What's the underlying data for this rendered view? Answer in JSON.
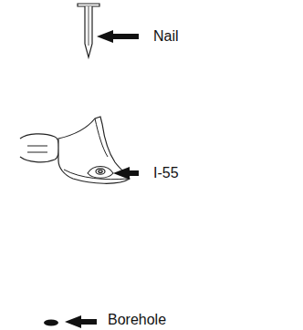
{
  "diagram": {
    "labels": [
      "Nail",
      "I-55",
      "Borehole"
    ]
  }
}
